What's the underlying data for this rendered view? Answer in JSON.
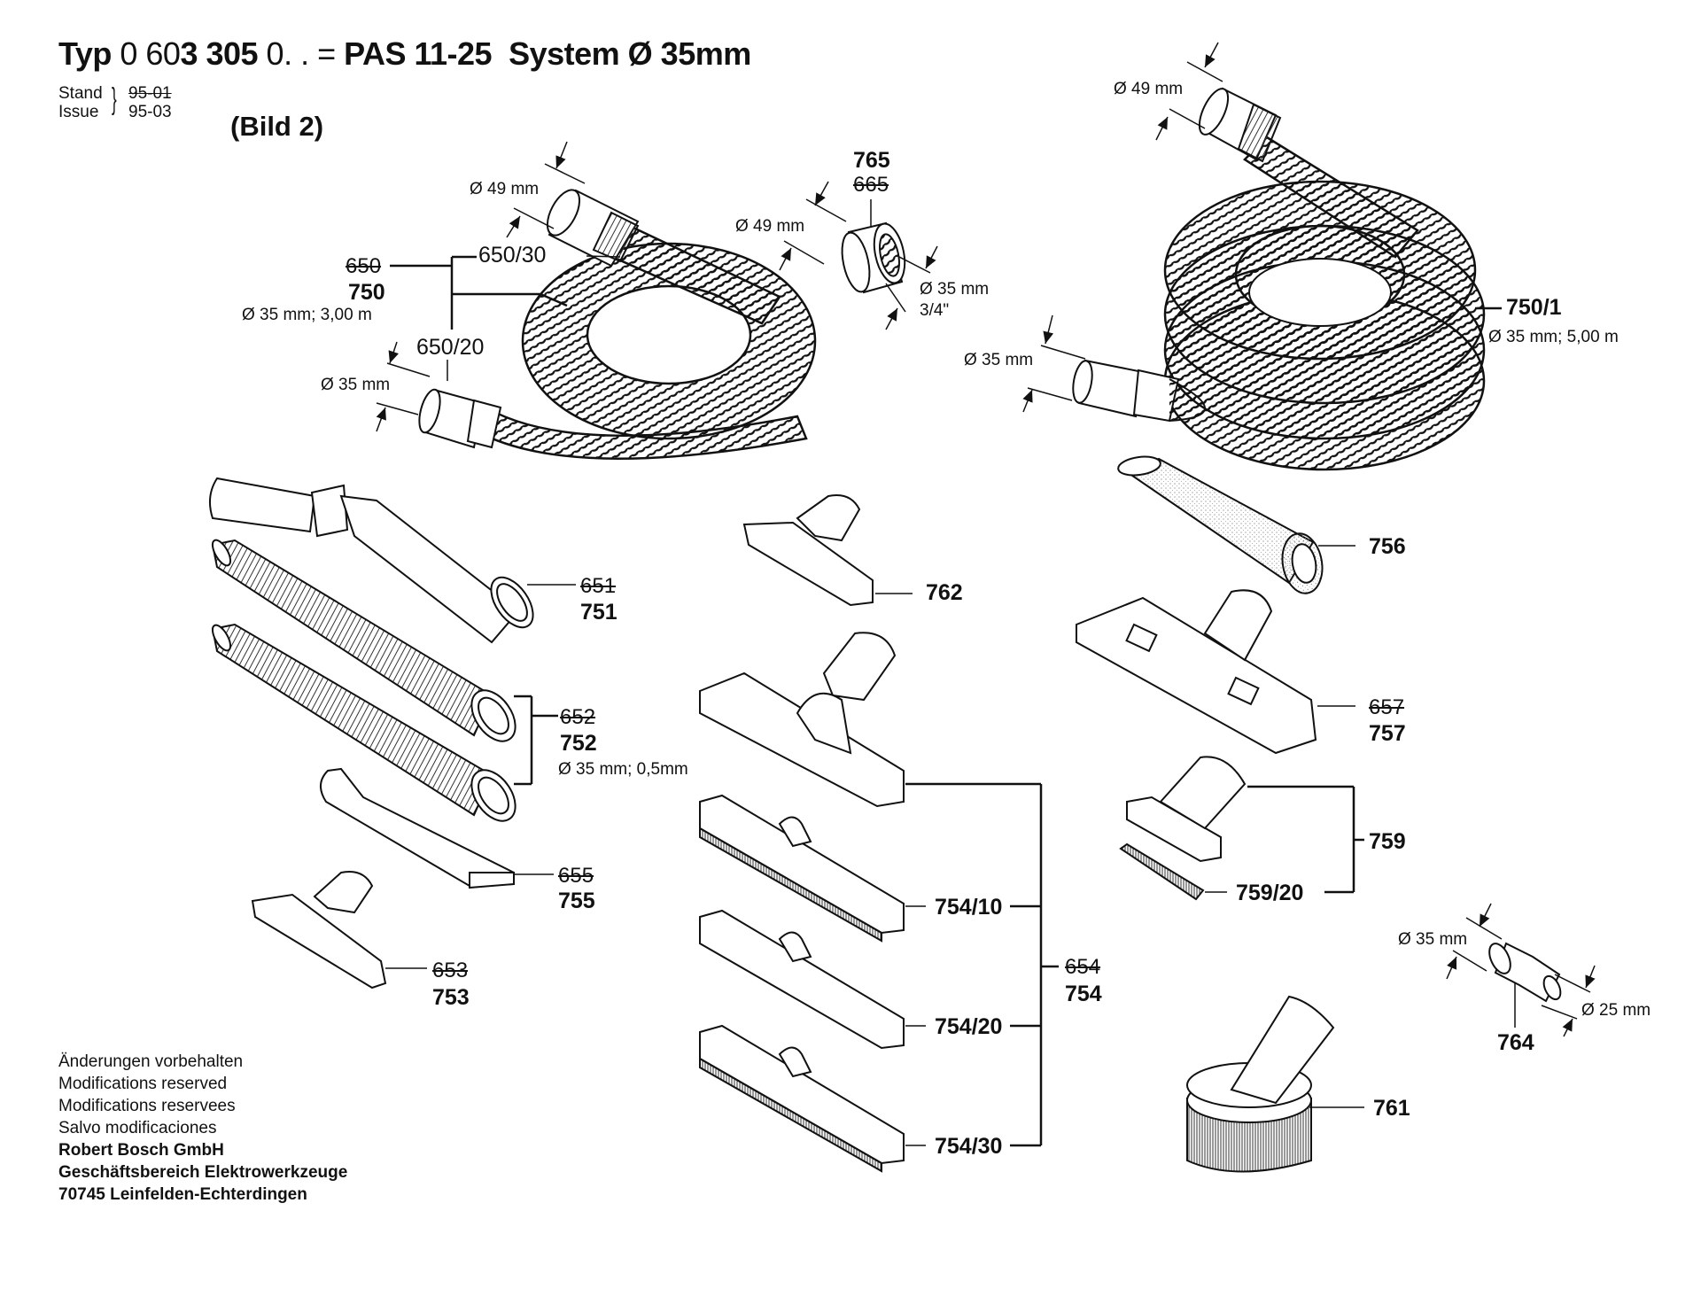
{
  "header": {
    "typ_label": "Typ",
    "typ_number_light": "0 60",
    "typ_number_bold": "3 305",
    "typ_suffix": "0. . =",
    "model": "PAS 11-25",
    "system": "System Ø 35mm",
    "stand_label": "Stand",
    "issue_label": "Issue",
    "stand_date_old": "95-01",
    "issue_date": "95-03",
    "figure": "(Bild 2)"
  },
  "parts": {
    "p750": {
      "old": "650",
      "number": "750",
      "spec": "Ø 35 mm; 3,00 m",
      "sub_a": "650/30",
      "sub_b": "650/20",
      "dim_top": "Ø 49 mm",
      "dim_bottom": "Ø 35 mm"
    },
    "p765": {
      "number": "765",
      "old": "665",
      "dim_in": "Ø 49 mm",
      "dim_out": "Ø 35 mm",
      "thread": "3/4\""
    },
    "p750_1": {
      "number": "750/1",
      "spec": "Ø 35 mm; 5,00 m",
      "dim_top": "Ø 49 mm",
      "dim_bottom": "Ø 35 mm"
    },
    "p751": {
      "old": "651",
      "number": "751"
    },
    "p752": {
      "old": "652",
      "number": "752",
      "spec": "Ø 35 mm; 0,5mm"
    },
    "p755": {
      "old": "655",
      "number": "755"
    },
    "p753": {
      "old": "653",
      "number": "753"
    },
    "p762": {
      "number": "762"
    },
    "p754": {
      "old": "654",
      "number": "754",
      "variants": [
        "754/10",
        "754/20",
        "754/30"
      ]
    },
    "p756": {
      "number": "756"
    },
    "p757": {
      "old": "657",
      "number": "757"
    },
    "p759": {
      "number": "759",
      "sub": "759/20"
    },
    "p764": {
      "number": "764",
      "dim_in": "Ø 35 mm",
      "dim_out": "Ø 25 mm"
    },
    "p761": {
      "number": "761"
    }
  },
  "footer": {
    "lines": [
      "Änderungen vorbehalten",
      "Modifications reserved",
      "Modifications reservees",
      "Salvo modificaciones"
    ],
    "company": "Robert Bosch GmbH",
    "division": "Geschäftsbereich Elektrowerkzeuge",
    "address": " 70745 Leinfelden-Echterdingen"
  }
}
